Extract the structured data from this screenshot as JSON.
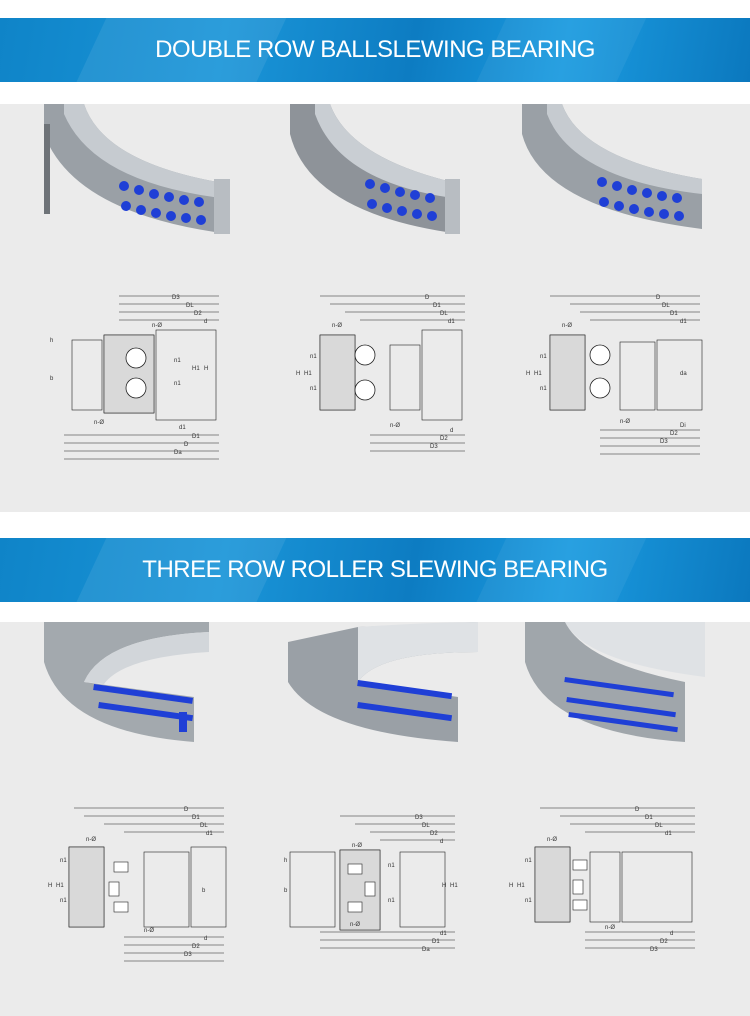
{
  "sections": [
    {
      "title": "DOUBLE ROW BALLSLEWING BEARING",
      "drawings": [
        {
          "labels": [
            "D3",
            "DL",
            "D2",
            "d",
            "n-Ø",
            "h",
            "b",
            "H",
            "H1",
            "n1",
            "n1",
            "n-Ø",
            "d1",
            "D1",
            "D",
            "Da"
          ]
        },
        {
          "labels": [
            "D",
            "D1",
            "DL",
            "d1",
            "n-Ø",
            "n1",
            "H",
            "H1",
            "n-Ø",
            "n1",
            "d",
            "D2",
            "D3"
          ]
        },
        {
          "labels": [
            "D",
            "DL",
            "D1",
            "d1",
            "n-Ø",
            "n1",
            "H",
            "H1",
            "n1",
            "n-Ø",
            "da",
            "Di",
            "D2",
            "D3"
          ]
        }
      ]
    },
    {
      "title": "THREE ROW ROLLER SLEWING BEARING",
      "drawings": [
        {
          "labels": [
            "D",
            "D1",
            "DL",
            "d1",
            "n-Ø",
            "n1",
            "H",
            "H1",
            "n1",
            "n-Ø",
            "b",
            "D2",
            "d",
            "D3"
          ]
        },
        {
          "labels": [
            "D3",
            "DL",
            "D2",
            "d",
            "n-Ø",
            "h",
            "b",
            "n1",
            "H",
            "H1",
            "n-Ø",
            "n1",
            "d1",
            "D1",
            "Da"
          ]
        },
        {
          "labels": [
            "D",
            "D1",
            "DL",
            "d1",
            "n-Ø",
            "n1",
            "H",
            "H1",
            "n1",
            "n-Ø",
            "d",
            "D2",
            "D3"
          ]
        }
      ]
    }
  ],
  "colors": {
    "banner": "#1590d4",
    "panel": "#ebebeb",
    "roller": "#1f3fd6",
    "ring": "#9aa0a6"
  }
}
